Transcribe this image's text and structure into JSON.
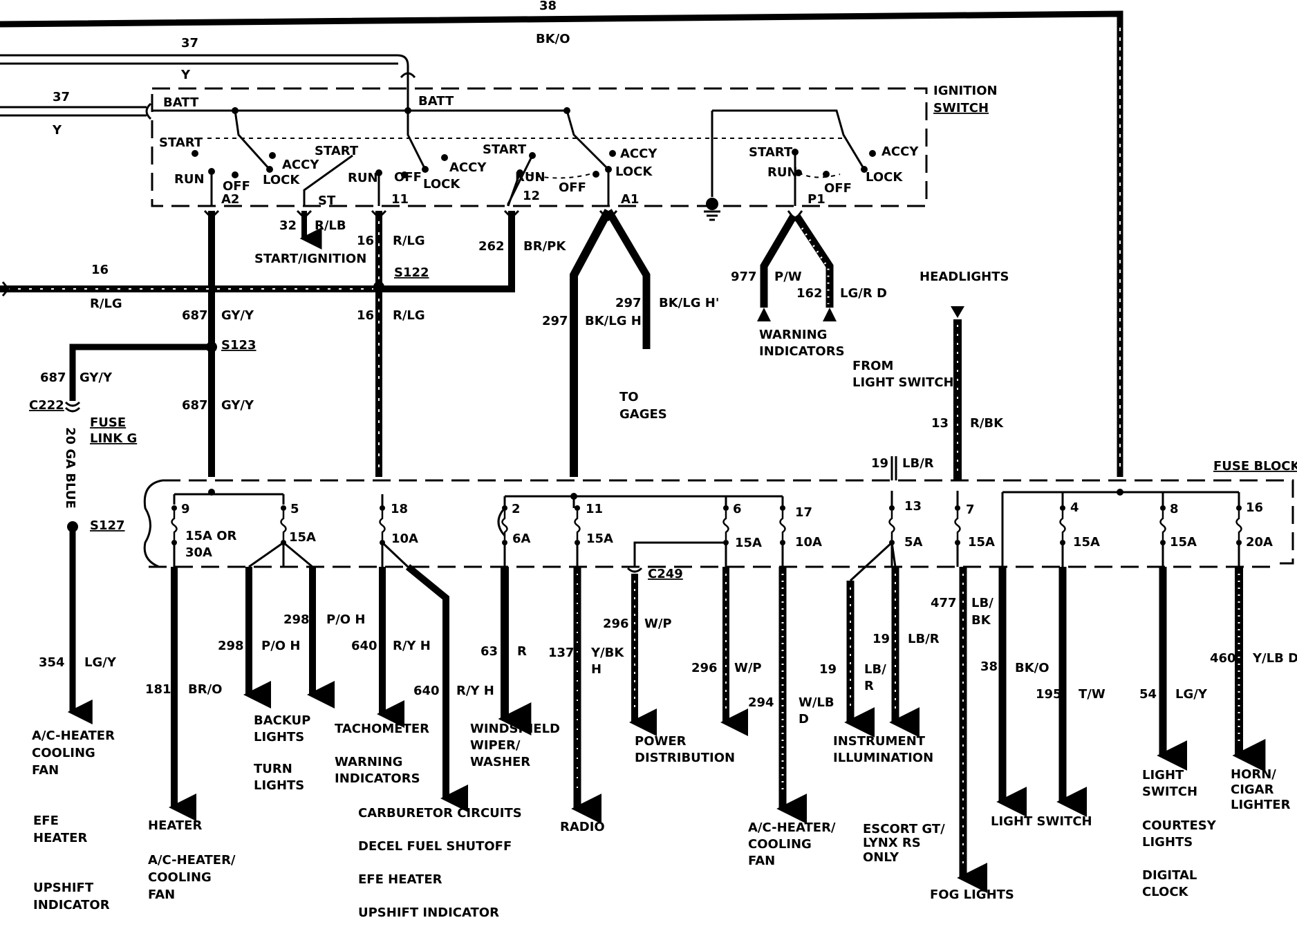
{
  "top": {
    "w38_num": "38",
    "w38_color": "BK/O",
    "w37a_num": "37",
    "w37a_color": "Y",
    "w37b_num": "37",
    "w37b_color": "Y"
  },
  "ignition": {
    "title_line1": "IGNITION",
    "title_line2": "SWITCH",
    "batt1": "BATT",
    "batt2": "BATT",
    "s1": {
      "start": "START",
      "run": "RUN",
      "off": "OFF",
      "accy": "ACCY",
      "lock": "LOCK",
      "term": "A2"
    },
    "s2": {
      "start": "START",
      "run": "RUN",
      "off": "OFF",
      "accy": "ACCY",
      "lock": "LOCK",
      "term": "11",
      "st": "ST"
    },
    "s3": {
      "start": "START",
      "run": "RUN",
      "off": "OFF",
      "accy": "ACCY",
      "lock": "LOCK",
      "term12": "12",
      "term": "A1"
    },
    "s4": {
      "start": "START",
      "run": "RUN",
      "off": "OFF",
      "accy": "ACCY",
      "lock": "LOCK",
      "term": "P1"
    }
  },
  "upper": {
    "w32": "32",
    "w32c": "R/LB",
    "start_ign": "START/IGNITION",
    "w16a": "16",
    "w16ac": "R/LG",
    "w262": "262",
    "w262c": "BR/PK",
    "s122": "S122",
    "w16l": "16",
    "w16lc": "R/LG",
    "w687a": "687",
    "w687ac": "GY/Y",
    "s123": "S123",
    "w16b": "16",
    "w16bc": "R/LG",
    "w687b": "687",
    "w687bc": "GY/Y",
    "w687c": "687",
    "w687cc": "GY/Y",
    "c222": "C222",
    "fuse_link1": "FUSE",
    "fuse_link2": "LINK  G",
    "ga_blue": "20 GA BLUE",
    "s127": "S127",
    "w297a": "297",
    "w297ac": "BK/LG H'",
    "w297b": "297",
    "w297bc": "BK/LG H",
    "to_gages1": "TO",
    "to_gages2": "GAGES",
    "w977": "977",
    "w977c": "P/W",
    "w162": "162",
    "w162c": "LG/R D",
    "warn1": "WARNING",
    "warn2": "INDICATORS",
    "headlights": "HEADLIGHTS",
    "from1": "FROM",
    "from2": "LIGHT SWITCH",
    "w13": "13",
    "w13c": "R/BK",
    "w19": "19",
    "w19c": "LB/R",
    "fuse_block": "FUSE BLOCK"
  },
  "fuses": [
    {
      "num": "9",
      "amp1": "15A OR",
      "amp2": "30A"
    },
    {
      "num": "5",
      "amp1": "15A"
    },
    {
      "num": "18",
      "amp1": "10A"
    },
    {
      "num": "2",
      "amp1": "6A"
    },
    {
      "num": "11",
      "amp1": "15A"
    },
    {
      "num": "6",
      "amp1": "15A"
    },
    {
      "num": "17",
      "amp1": "10A"
    },
    {
      "num": "13",
      "amp1": "5A"
    },
    {
      "num": "7",
      "amp1": "15A"
    },
    {
      "num": "4",
      "amp1": "15A"
    },
    {
      "num": "8",
      "amp1": "15A"
    },
    {
      "num": "16",
      "amp1": "20A"
    }
  ],
  "lower": {
    "w354": "354",
    "w354c": "LG/Y",
    "ac_cool1": "A/C-HEATER",
    "ac_cool2": "COOLING",
    "ac_cool3": "FAN",
    "efe1": "EFE",
    "efe2": "HEATER",
    "upshift1": "UPSHIFT",
    "upshift2": "INDICATOR",
    "w181": "181",
    "w181c": "BR/O",
    "heater": "HEATER",
    "acf1": "A/C-HEATER/",
    "acf2": "COOLING",
    "acf3": "FAN",
    "w298a": "298",
    "w298ac": "P/O H",
    "w298b": "298",
    "w298bc": "P/O H",
    "backup1": "BACKUP",
    "backup2": "LIGHTS",
    "turn1": "TURN",
    "turn2": "LIGHTS",
    "w640a": "640",
    "w640ac": "R/Y H",
    "w640b": "640",
    "w640bc": "R/Y H",
    "tach": "TACHOMETER",
    "warnb1": "WARNING",
    "warnb2": "INDICATORS",
    "carb": "CARBURETOR CIRCUITS",
    "decel": "DECEL FUEL SHUTOFF",
    "efe_heater": "EFE HEATER",
    "upshift_ind": "UPSHIFT INDICATOR",
    "w63": "63",
    "w63c": "R",
    "wiper1": "WINDSHIELD",
    "wiper2": "WIPER/",
    "wiper3": "WASHER",
    "w137": "137",
    "w137c1": "Y/BK",
    "w137c2": "H",
    "radio": "RADIO",
    "c249": "C249",
    "w296a": "296",
    "w296ac": "W/P",
    "w296b": "296",
    "w296bc": "W/P",
    "power1": "POWER",
    "power2": "DISTRIBUTION",
    "w294": "294",
    "w294c1": "W/LB",
    "w294c2": "D",
    "acf_b1": "A/C-HEATER/",
    "acf_b2": "COOLING",
    "acf_b3": "FAN",
    "w19b": "19",
    "w19bc": "LB/R",
    "w19c": "19",
    "w19cc1": "LB/",
    "w19cc2": "R",
    "instr1": "INSTRUMENT",
    "instr2": "ILLUMINATION",
    "escort1": "ESCORT GT/",
    "escort2": "LYNX RS",
    "escort3": "ONLY",
    "w477": "477",
    "w477c1": "LB/",
    "w477c2": "BK",
    "fog": "FOG LIGHTS",
    "w38": "38",
    "w38c": "BK/O",
    "light_switch": "LIGHT SWITCH",
    "w195": "195",
    "w195c": "T/W",
    "w54": "54",
    "w54c": "LG/Y",
    "ls1": "LIGHT",
    "ls2": "SWITCH",
    "courtesy1": "COURTESY",
    "courtesy2": "LIGHTS",
    "clock1": "DIGITAL",
    "clock2": "CLOCK",
    "w460": "460",
    "w460c": "Y/LB D",
    "horn1": "HORN/",
    "horn2": "CIGAR",
    "horn3": "LIGHTER"
  }
}
